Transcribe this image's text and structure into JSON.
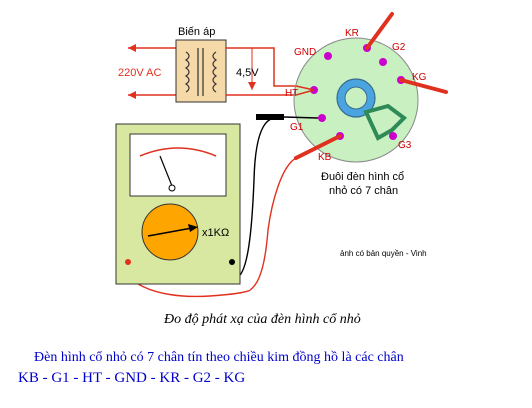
{
  "diagram": {
    "transformer_label": "Biến áp",
    "ac_label": "220V AC",
    "voltage_label": "4,5V",
    "tube_label_line1": "Đuôi đèn hình cổ",
    "tube_label_line2": "nhỏ có 7 chân",
    "copyright": "ảnh có bản quyền - Vinh",
    "range_label": "x1KΩ",
    "pins": {
      "kr": "KR",
      "g2": "G2",
      "kg": "KG",
      "gnd": "GND",
      "ht": "HT",
      "g1": "G1",
      "kb": "KB",
      "g3": "G3"
    }
  },
  "caption": "Đo  độ phát xạ  của đèn hình cổ nhỏ",
  "description_line1": "Đèn hình cổ nhỏ có 7 chân tín theo chiều kim đồng hồ là các chân",
  "description_line2": "KB - G1 - HT - GND - KR - G2 - KG",
  "colors": {
    "wire_red": "#e0301e",
    "meter_body": "#d8e8a0",
    "tube_socket": "#c8f0c0",
    "transformer": "#f6d9a8",
    "pin": "#cc00cc",
    "text_blue": "#0000cc"
  }
}
